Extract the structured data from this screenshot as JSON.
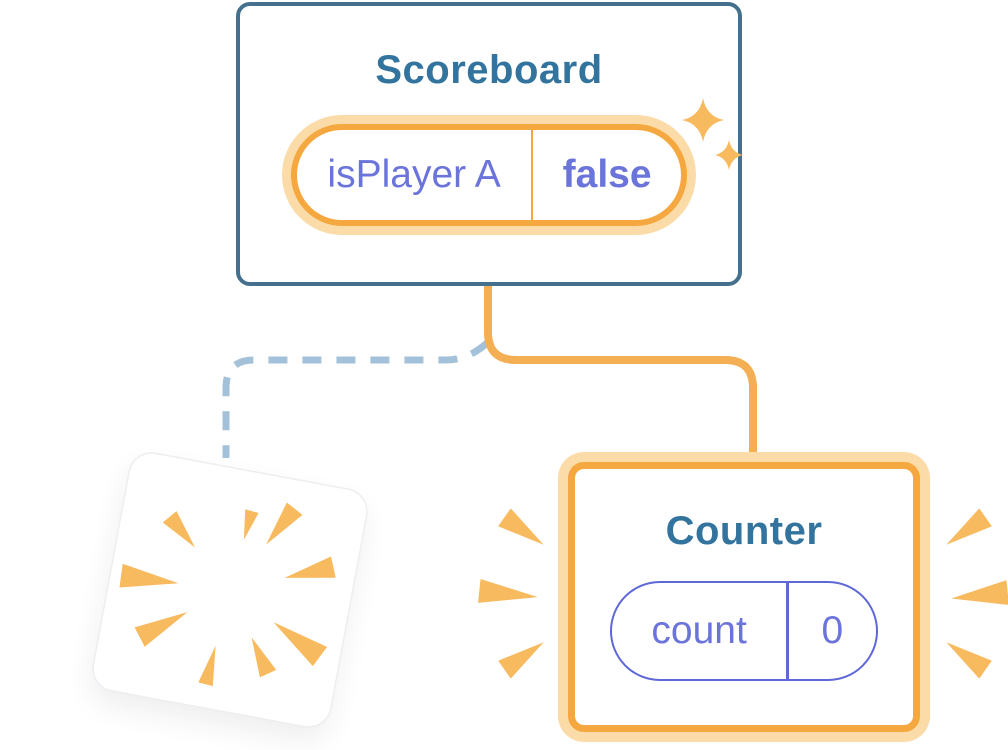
{
  "colors": {
    "card_border_blue": "#44708E",
    "title_blue": "#33749E",
    "purple": "#6B74DB",
    "pill_purple_border": "#5E68D8",
    "orange": "#F5A83F",
    "orange_soft": "#FBDCA8",
    "orange_line": "#F4AE53",
    "orange_burst": "#F8BA5F",
    "dashed_blue": "#A3C2D9",
    "background": "#FFFFFF"
  },
  "scoreboard": {
    "title": "Scoreboard",
    "state": {
      "name": "isPlayer A",
      "value": "false"
    }
  },
  "counter": {
    "title": "Counter",
    "state": {
      "name": "count",
      "value": "0"
    }
  }
}
